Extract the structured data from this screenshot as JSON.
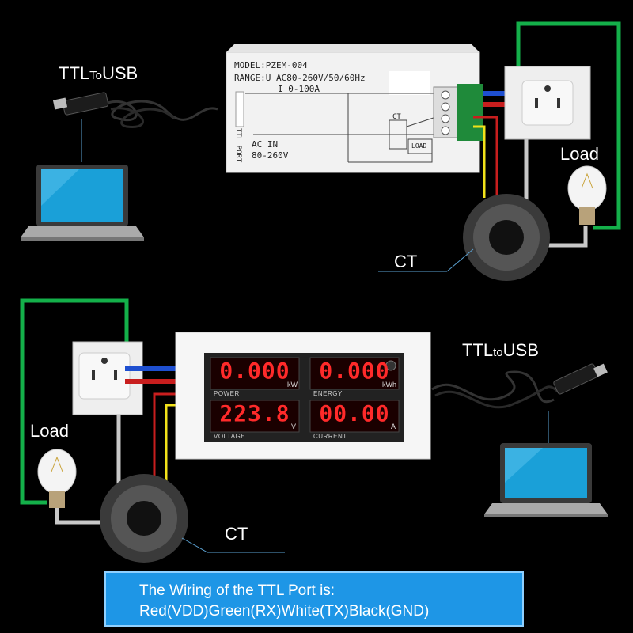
{
  "top": {
    "ttl_usb_label": "TTL",
    "ttl_usb_to": "To",
    "ttl_usb_usb": "USB",
    "load_label": "Load",
    "ct_label": "CT",
    "module": {
      "model": "MODEL:PZEM-004",
      "range_u": "RANGE:U AC80-260V/50/60Hz",
      "range_i": "I  0-100A",
      "ttl_port": "TTL PORT",
      "ct": "CT",
      "load": "LOAD",
      "ac_in": "AC IN",
      "ac_range": "80-260V"
    }
  },
  "bottom": {
    "ttl_usb_label": "TTL",
    "ttl_usb_to": "to",
    "ttl_usb_usb": "USB",
    "load_label": "Load",
    "ct_label": "CT",
    "meter": {
      "power_value": "0.000",
      "power_unit": "kW",
      "power_caption": "POWER",
      "energy_value": "0.000",
      "energy_unit": "kWh",
      "energy_caption": "ENERGY",
      "voltage_value": "223.8",
      "voltage_unit": "V",
      "voltage_caption": "VOLTAGE",
      "current_value": "00.00",
      "current_unit": "A",
      "current_caption": "CURRENT"
    }
  },
  "banner": {
    "line1": "The Wiring of the TTL Port is:",
    "line2": "Red(VDD)Green(RX)White(TX)Black(GND)"
  },
  "colors": {
    "background": "#000000",
    "banner": "#1e96e6",
    "wire_green": "#14b04a",
    "wire_red": "#c81e1e",
    "wire_blue": "#1e4fd0",
    "wire_yellow": "#f2e21a",
    "wire_gray": "#c8c8c8",
    "led": "#ff2a2a"
  }
}
